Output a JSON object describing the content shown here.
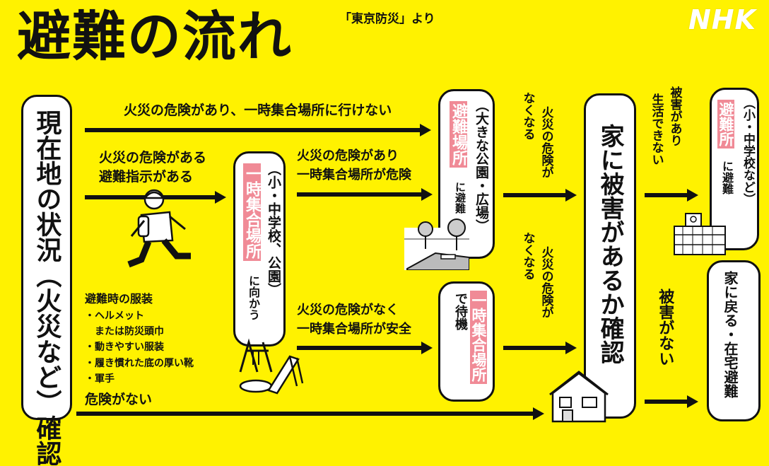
{
  "title": "避難の流れ",
  "source": "「東京防災」より",
  "logo": "NHK",
  "start_box": "現在地の状況（火災など）確認",
  "paths": {
    "top": "火災の危険があり、一時集合場所に行けない",
    "mid_line1": "火災の危険がある",
    "mid_line2": "避難指示がある",
    "bottom": "危険がない",
    "from_gather_top_1": "火災の危険があり",
    "from_gather_top_2": "一時集合場所が危険",
    "from_gather_bot_1": "火災の危険がなく",
    "from_gather_bot_2": "一時集合場所が安全"
  },
  "clothing": {
    "heading": "避難時の服装",
    "items": [
      "・ヘルメット",
      "　または防災頭巾",
      "・動きやすい服装",
      "・履き慣れた底の厚い靴",
      "・軍手"
    ]
  },
  "gather_box": {
    "paren": "（小・中学校、公園）",
    "highlight": "一時集合場所",
    "suffix": "に向かう"
  },
  "shelter_box": {
    "paren": "（大きな公園・広場）",
    "highlight": "避難場所",
    "suffix": "に避難"
  },
  "wait_box": {
    "prefix": "で待機",
    "highlight": "一時集合場所"
  },
  "no_fire_top": [
    "火災の危険が",
    "なくなる"
  ],
  "no_fire_bot": [
    "火災の危険が",
    "なくなる"
  ],
  "check_box": "家に被害があるか確認",
  "damaged": [
    "被害があり",
    "生活できない"
  ],
  "no_damage": "被害がない",
  "evac_box": {
    "paren": "（小・中学校など）",
    "highlight": "避難所",
    "suffix": "に避難"
  },
  "home_box": "家に戻る・在宅避難"
}
